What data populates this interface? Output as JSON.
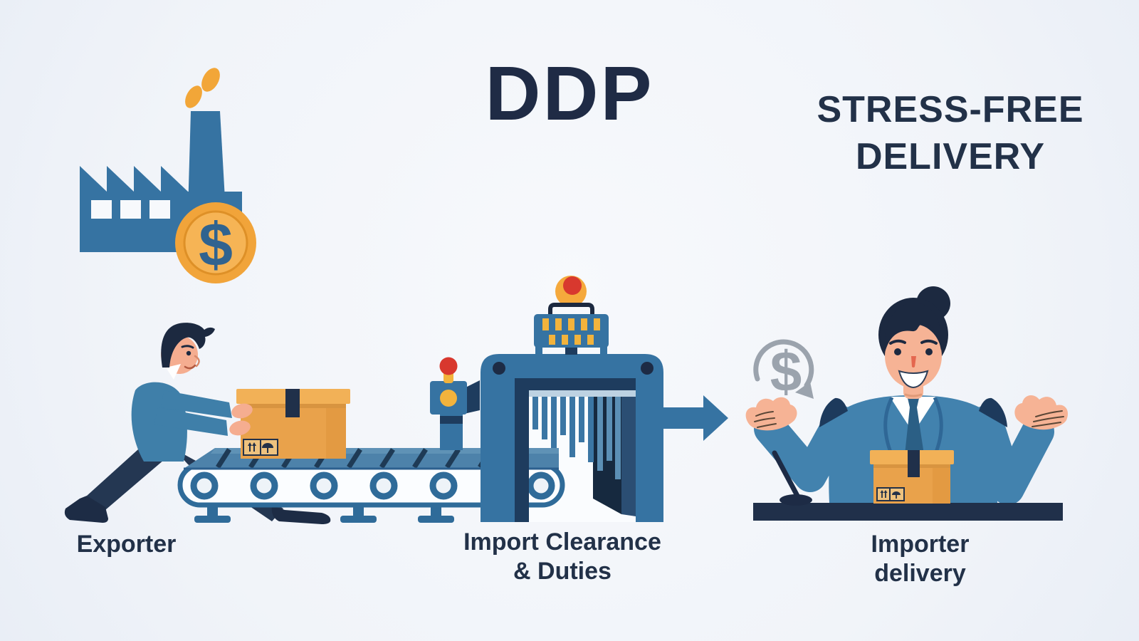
{
  "header": {
    "title": "DDP",
    "tagline_line1": "STRESS-FREE",
    "tagline_line2": "DELIVERY"
  },
  "stages": {
    "exporter": {
      "label": "Exporter"
    },
    "clearance": {
      "label_line1": "Import Clearance",
      "label_line2": "& Duties"
    },
    "importer": {
      "label_line1": "Importer",
      "label_line2": "delivery"
    }
  },
  "symbols": {
    "coin_currency": "$",
    "duty_cycle_currency": "$"
  },
  "colors": {
    "machine_blue": "#3673a2",
    "belt_blue": "#4d82aa",
    "outline_blue": "#2f6b99",
    "dark_navy": "#1e3c5e",
    "ink_navy": "#1f2b45",
    "box_orange": "#e9a24b",
    "box_lid_orange": "#f2b157",
    "accent_yellow": "#f2b33c",
    "alert_red": "#d8382e",
    "coin_gold": "#f1a43a",
    "skin_tone": "#f5ad90",
    "muted_gray": "#9ba3ad",
    "background": "#f2f5f9"
  }
}
